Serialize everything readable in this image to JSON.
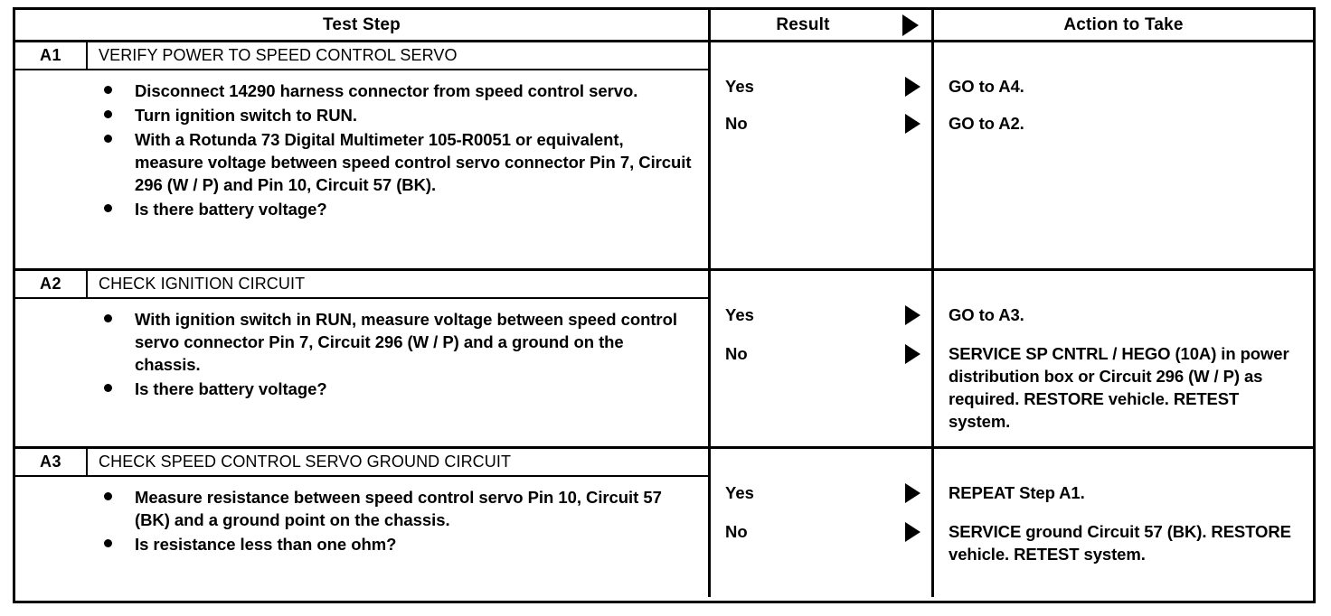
{
  "header": {
    "test_step": "Test Step",
    "result": "Result",
    "action": "Action to Take",
    "result_marker_icon": "triangle-right-icon"
  },
  "steps": [
    {
      "id": "A1",
      "title": "VERIFY POWER TO SPEED CONTROL SERVO",
      "bullets": [
        "Disconnect 14290 harness connector from speed control servo.",
        "Turn ignition switch to RUN.",
        "With a Rotunda 73 Digital Multimeter 105-R0051 or equivalent, measure voltage between speed control servo connector Pin 7, Circuit 296 (W / P) and Pin 10, Circuit 57 (BK).",
        "Is there battery voltage?"
      ],
      "results": [
        {
          "label": "Yes",
          "action": "GO to A4."
        },
        {
          "label": "No",
          "action": "GO to A2."
        }
      ]
    },
    {
      "id": "A2",
      "title": "CHECK IGNITION CIRCUIT",
      "bullets": [
        "With ignition switch in RUN, measure voltage between speed control servo connector Pin 7, Circuit 296 (W / P) and a ground on the chassis.",
        "Is there battery voltage?"
      ],
      "results": [
        {
          "label": "Yes",
          "action": "GO to A3."
        },
        {
          "label": "No",
          "action": "SERVICE SP CNTRL / HEGO (10A) in power distribution box or Circuit 296 (W / P) as required. RESTORE vehicle. RETEST system."
        }
      ]
    },
    {
      "id": "A3",
      "title": "CHECK SPEED CONTROL SERVO GROUND CIRCUIT",
      "bullets": [
        "Measure resistance between speed control servo Pin 10, Circuit 57 (BK) and a ground point on the chassis.",
        "Is resistance less than one ohm?"
      ],
      "results": [
        {
          "label": "Yes",
          "action": "REPEAT Step A1."
        },
        {
          "label": "No",
          "action": "SERVICE ground Circuit 57 (BK). RESTORE vehicle. RETEST system."
        }
      ]
    }
  ],
  "colors": {
    "ink": "#000000",
    "paper": "#ffffff"
  }
}
